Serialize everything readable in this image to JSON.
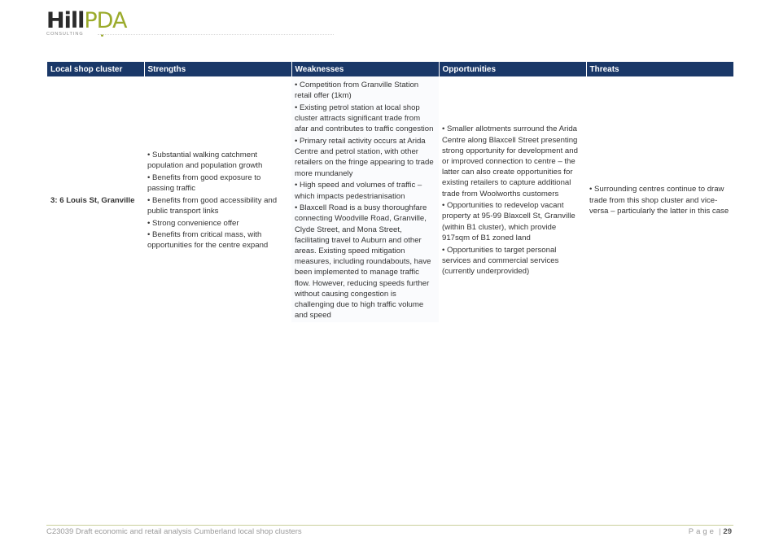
{
  "logo": {
    "hill": "Hill",
    "pda": "PDA",
    "sub": "CONSULTING"
  },
  "table": {
    "headers": [
      "Local shop cluster",
      "Strengths",
      "Weaknesses",
      "Opportunities",
      "Threats"
    ],
    "row": {
      "cluster": "3: 6 Louis St, Granville",
      "strengths": [
        "• Substantial walking catchment population and population growth",
        "• Benefits from good exposure to passing traffic",
        "• Benefits from good accessibility and public transport links",
        "• Strong convenience offer",
        "• Benefits from critical mass, with opportunities for the centre expand"
      ],
      "weaknesses": [
        "• Competition from Granville Station retail offer (1km)",
        "• Existing petrol station at local shop cluster attracts significant trade from afar and contributes to traffic congestion",
        "• Primary retail activity occurs at Arida Centre and petrol station, with other retailers on the fringe appearing to trade more mundanely",
        "• High speed and volumes of traffic – which impacts pedestrianisation",
        "• Blaxcell Road is a busy thoroughfare connecting Woodville Road, Granville, Clyde Street, and Mona Street, facilitating travel to Auburn and other areas. Existing speed mitigation measures, including roundabouts, have been implemented to manage traffic flow. However, reducing speeds further without causing congestion is challenging due to high traffic volume and speed"
      ],
      "opportunities": [
        "• Smaller allotments surround the Arida Centre along Blaxcell Street presenting strong opportunity for development and or improved connection to centre – the latter can also create opportunities for existing retailers to capture additional trade from Woolworths customers",
        "• Opportunities to redevelop vacant property at 95-99 Blaxcell St, Granville (within B1 cluster), which provide 917sqm of B1 zoned land",
        "• Opportunities to target personal services and commercial services (currently underprovided)"
      ],
      "threats": [
        "• Surrounding centres continue to draw trade from this shop cluster and vice-versa – particularly the latter in this case"
      ]
    }
  },
  "footer": {
    "left": "C23039 Draft economic and retail analysis Cumberland local shop clusters",
    "page_label": "Page",
    "separator": "|",
    "page_number": "29"
  },
  "colors": {
    "header_bg": "#1a3868",
    "brand_green": "#9bab2b"
  }
}
